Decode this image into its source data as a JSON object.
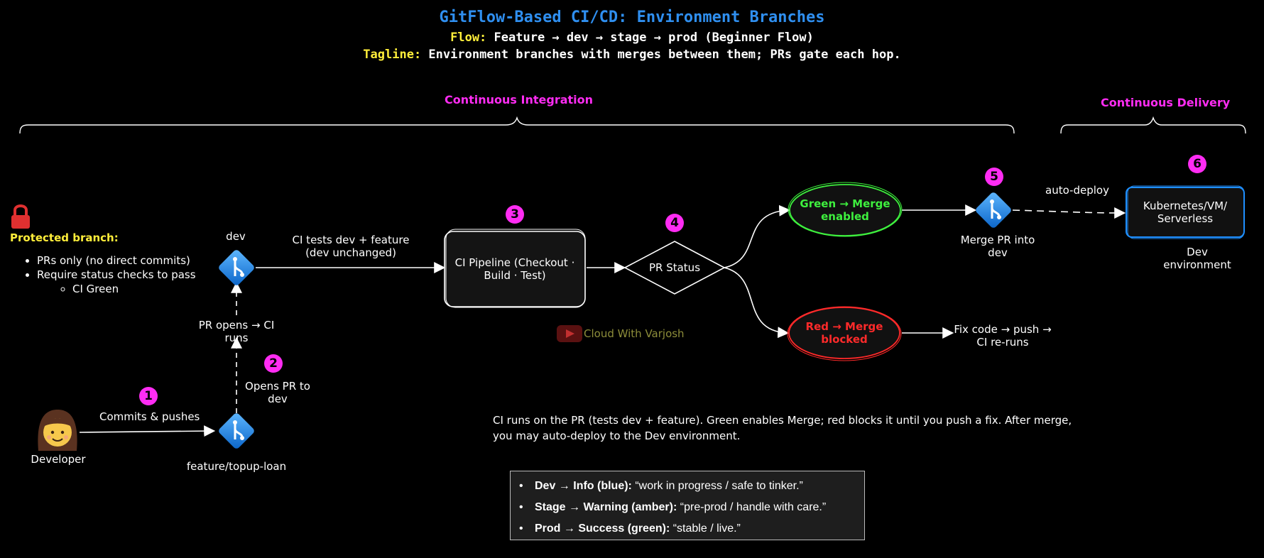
{
  "header": {
    "title": "GitFlow-Based CI/CD: Environment Branches",
    "flow_key": "Flow:",
    "flow_text": " Feature → dev → stage → prod (Beginner Flow)",
    "tagline_key": "Tagline:",
    "tagline_text": " Environment branches with merges between them; PRs gate each hop."
  },
  "sections": {
    "ci": "Continuous Integration",
    "cd": "Continuous Delivery"
  },
  "protected": {
    "title": "Protected branch:",
    "items": [
      "PRs only (no direct commits)",
      "Require status checks to pass"
    ],
    "subitem": "CI Green"
  },
  "steps": [
    "1",
    "2",
    "3",
    "4",
    "5",
    "6"
  ],
  "nodes": {
    "developer": "Developer",
    "feature_branch": "feature/topup-loan",
    "dev_branch": "dev",
    "pipeline": "CI Pipeline (Checkout · Build · Test)",
    "pr_status": "PR Status",
    "green": "Green → Merge enabled",
    "red": "Red → Merge blocked",
    "merge_pr": "Merge PR into dev",
    "target": "Kubernetes/VM/ Serverless",
    "dev_env": "Dev environment"
  },
  "edges": {
    "commits": "Commits & pushes",
    "opens_pr": "Opens PR to dev",
    "pr_opens": "PR opens → CI runs",
    "ci_tests": "CI tests dev + feature (dev unchanged)",
    "fix": "Fix code → push → CI re-runs",
    "auto_deploy": "auto-deploy"
  },
  "watermark": "Cloud With Varjosh",
  "note": "CI runs on the PR (tests dev + feature). Green enables Merge; red blocks it until you push a fix. After merge, you may auto-deploy to the Dev environment.",
  "legend": [
    {
      "key": "Dev → Info (blue):",
      "value": " “work in progress / safe to tinker.”"
    },
    {
      "key": "Stage → Warning (amber):",
      "value": " “pre-prod / handle with care.”"
    },
    {
      "key": "Prod → Success (green):",
      "value": " “stable / live.”"
    }
  ],
  "colors": {
    "title": "#2f8ff0",
    "accent": "#ff2cf3",
    "green": "#3ef03e",
    "red": "#ff2a2a",
    "deploy_box": "#1f8fff",
    "key_yellow": "#ffee3a"
  }
}
